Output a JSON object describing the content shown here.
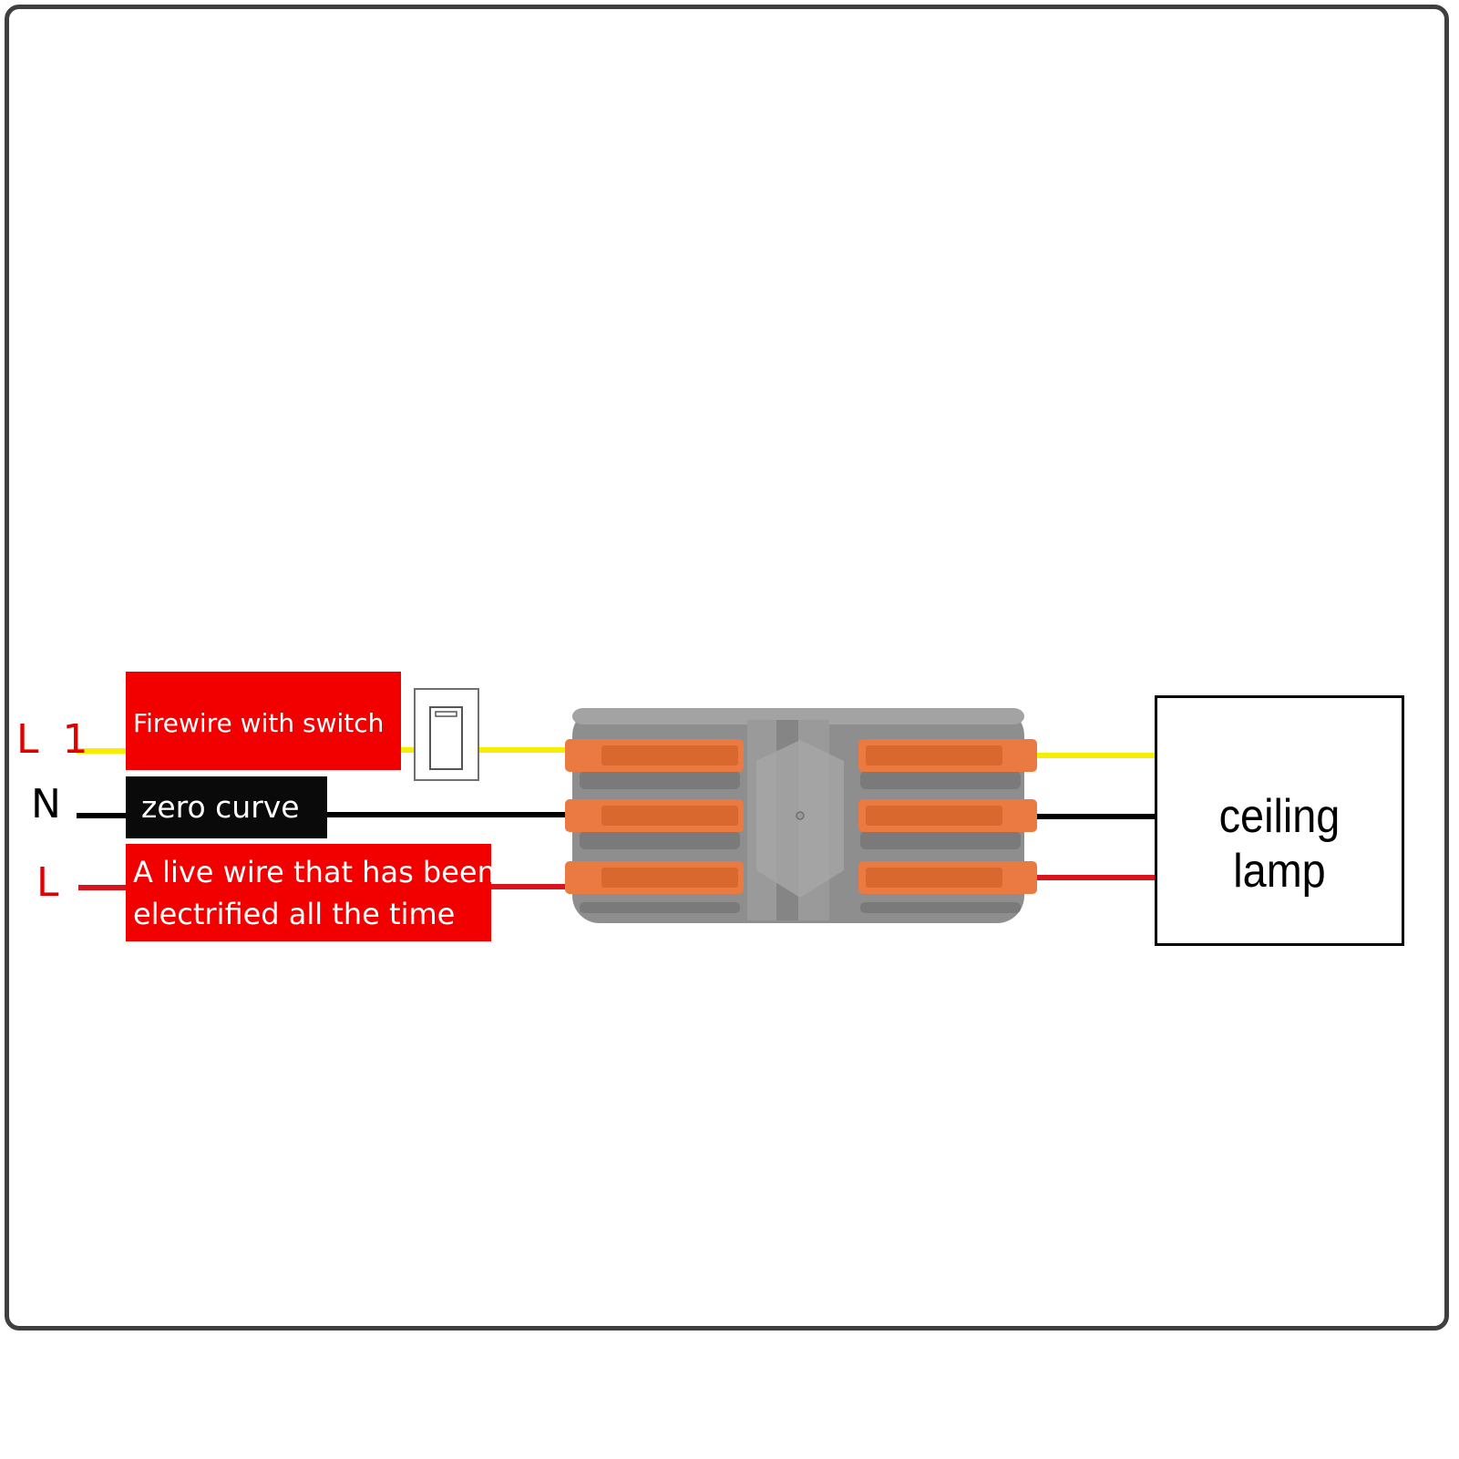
{
  "wires": [
    {
      "id": "L1",
      "label": "L 1",
      "label_color": "#e00000",
      "wire_color": "#f5ee00",
      "tag": "Firewire with switch",
      "tag_color": "#f20000"
    },
    {
      "id": "N",
      "label": "N",
      "label_color": "#000000",
      "wire_color": "#000000",
      "tag": "zero curve",
      "tag_color": "#0a0a0a"
    },
    {
      "id": "L",
      "label": "L",
      "label_color": "#e00000",
      "wire_color": "#d8141e",
      "tag_lines": [
        "A live wire that has been",
        "electrified all the time"
      ],
      "tag_color": "#f20000"
    }
  ],
  "switch": {
    "icon": "wall-switch-icon"
  },
  "connector": {
    "icon": "lever-wire-connector-icon",
    "body_color": "#8e8e8e",
    "lever_color": "#ea7a42",
    "levers_per_side": 3
  },
  "load": {
    "label": "ceiling lamp"
  }
}
